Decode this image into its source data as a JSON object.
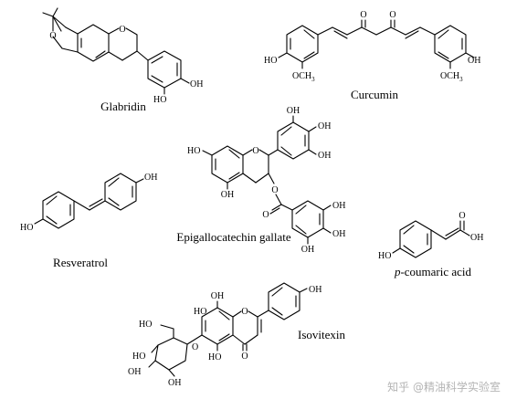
{
  "compounds": [
    {
      "name": "Glabridin",
      "labels": [
        "O",
        "O",
        "OH",
        "HO"
      ]
    },
    {
      "name": "Curcumin",
      "labels": [
        "O",
        "O",
        "HO",
        "OCH",
        "3",
        "OH",
        "OCH",
        "3"
      ]
    },
    {
      "name": "Epigallocatechin gallate",
      "labels": [
        "OH",
        "OH",
        "OH",
        "HO",
        "O",
        "OH",
        "O",
        "O",
        "OH",
        "OH",
        "OH"
      ]
    },
    {
      "name": "Resveratrol",
      "labels": [
        "OH",
        "HO"
      ]
    },
    {
      "name": "p-coumaric acid",
      "italic_prefix": "p",
      "rest": "-coumaric acid",
      "labels": [
        "O",
        "OH",
        "HO"
      ]
    },
    {
      "name": "Isovitexin",
      "labels": [
        "OH",
        "HO",
        "O",
        "HO",
        "OH",
        "O",
        "HO",
        "O",
        "HO",
        "OH",
        "OH"
      ]
    }
  ],
  "watermark": "知乎 @精油科学实验室"
}
